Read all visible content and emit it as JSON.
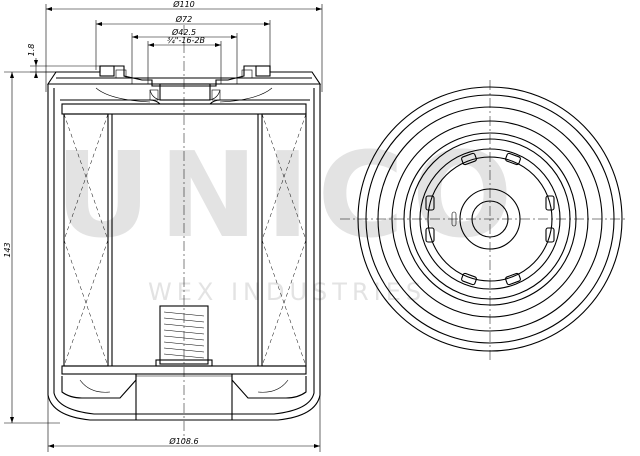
{
  "dimensions": {
    "outer_diameter_top": "Ø110",
    "gasket_diameter": "Ø72",
    "thread_bore_diameter": "Ø42.5",
    "thread_spec": "¾\"-16-2B",
    "gasket_height": "1.8",
    "overall_height": "143",
    "body_diameter": "Ø108.6"
  },
  "watermark": {
    "brand": "UNICO",
    "company": "WEX INDUSTRIES"
  },
  "colors": {
    "line": "#000000",
    "watermark": "#e3e3e3",
    "background": "#ffffff"
  }
}
